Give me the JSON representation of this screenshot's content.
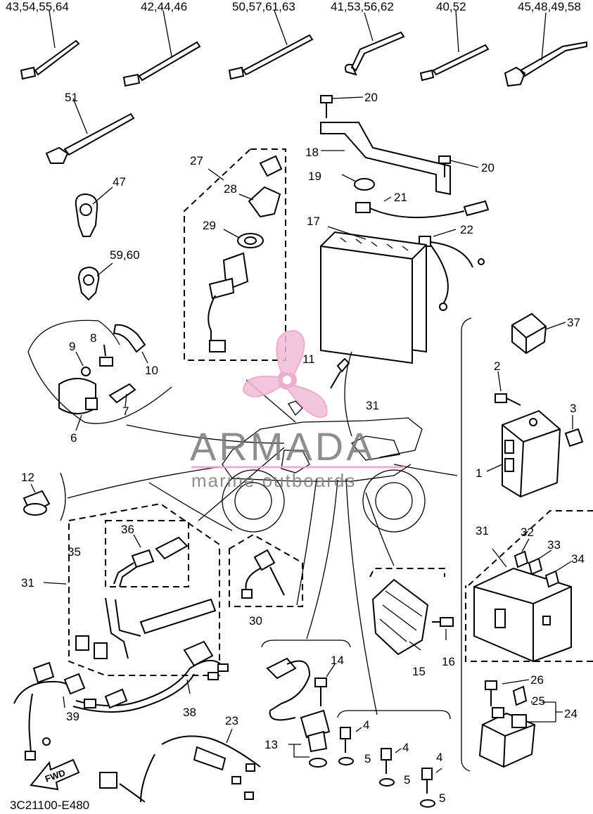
{
  "diagram_code": "3C21100-E480",
  "direction_label": "FWD",
  "watermark": {
    "name": "ARMADA",
    "tagline": "marine outboards",
    "color": "#e9a0c4"
  },
  "cable_tie_groups": [
    "43,54,55,64",
    "42,44,46",
    "50,57,61,63",
    "41,53,56,62",
    "40,52",
    "45,48,49,58"
  ],
  "part_labels": {
    "p1": "1",
    "p2": "2",
    "p3": "3",
    "p4a": "4",
    "p4b": "4",
    "p4c": "4",
    "p5a": "5",
    "p5b": "5",
    "p5c": "5",
    "p6": "6",
    "p7": "7",
    "p8": "8",
    "p9": "9",
    "p10": "10",
    "p11": "11",
    "p12": "12",
    "p13": "13",
    "p14": "14",
    "p15": "15",
    "p16": "16",
    "p17": "17",
    "p18": "18",
    "p19": "19",
    "p20a": "20",
    "p20b": "20",
    "p21": "21",
    "p22": "22",
    "p23": "23",
    "p24": "24",
    "p25": "25",
    "p26": "26",
    "p27": "27",
    "p28": "28",
    "p29": "29",
    "p30": "30",
    "p31a": "31",
    "p31b": "31",
    "p31c": "31",
    "p32": "32",
    "p33": "33",
    "p34": "34",
    "p35": "35",
    "p36": "36",
    "p37": "37",
    "p38": "38",
    "p39": "39",
    "p47": "47",
    "p51": "51",
    "p59_60": "59,60"
  }
}
